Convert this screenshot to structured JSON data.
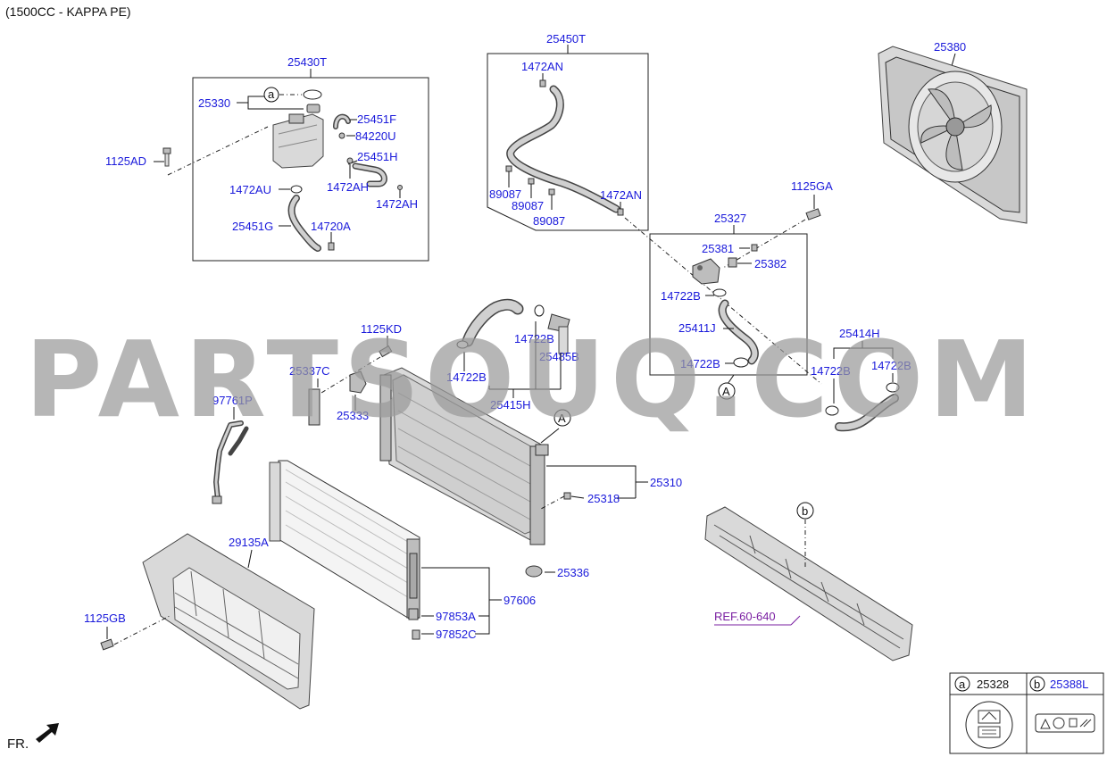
{
  "header": {
    "title": "(1500CC - KAPPA PE)"
  },
  "watermark": "PARTSOUQ.COM",
  "labels": {
    "p25430T": "25430T",
    "p25330": "25330",
    "p25451F": "25451F",
    "p84220U": "84220U",
    "p25451H": "25451H",
    "p1125AD": "1125AD",
    "p1472AU": "1472AU",
    "p1472AH_a": "1472AH",
    "p1472AH_b": "1472AH",
    "p25451G": "25451G",
    "p14720A": "14720A",
    "p25450T": "25450T",
    "p1472AN_a": "1472AN",
    "p89087_a": "89087",
    "p89087_b": "89087",
    "p89087_c": "89087",
    "p1472AN_b": "1472AN",
    "p25380": "25380",
    "p1125GA": "1125GA",
    "p25327": "25327",
    "p25381": "25381",
    "p25382": "25382",
    "p14722B_a": "14722B",
    "p25411J": "25411J",
    "p14722B_b": "14722B",
    "p25414H": "25414H",
    "p14722B_c": "14722B",
    "p14722B_d": "14722B",
    "p1125KD": "1125KD",
    "p25337C": "25337C",
    "p14722B_e": "14722B",
    "p14722B_f": "14722B",
    "p25485B": "25485B",
    "p25415H": "25415H",
    "p25333": "25333",
    "p97761P": "97761P",
    "p25310": "25310",
    "p25318": "25318",
    "p25336": "25336",
    "p29135A": "29135A",
    "p97606": "97606",
    "p97853A": "97853A",
    "p97852C": "97852C",
    "p1125GB": "1125GB",
    "ref": "REF.60-640"
  },
  "callouts": {
    "a": "a",
    "b": "b",
    "A": "A"
  },
  "legend": {
    "a_code": "25328",
    "b_code": "25388L",
    "a_key": "a",
    "b_key": "b"
  },
  "footer": {
    "front_label": "FR."
  },
  "colors": {
    "part_label": "#1a1adb",
    "ref_label": "#7a1fa2",
    "watermark": "#9a9a9a"
  }
}
